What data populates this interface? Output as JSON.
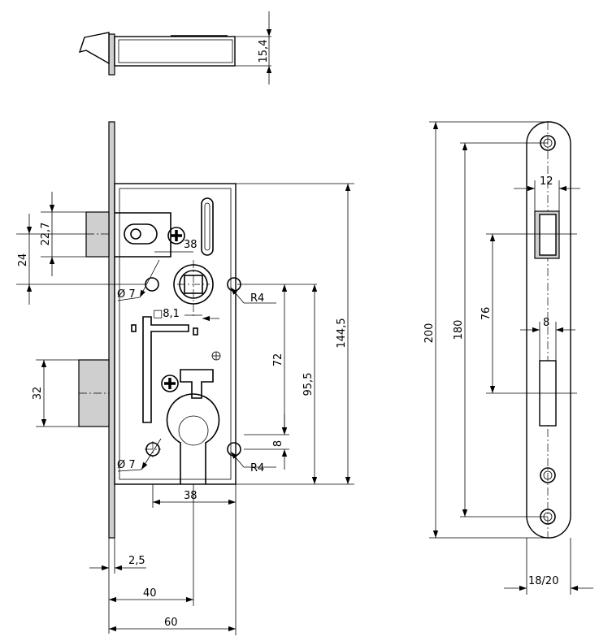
{
  "dimensions": {
    "latch_thickness": "15,4",
    "latch_height": "22,7",
    "latch_offset": "24",
    "spindle_hole_dia": "Ø 7",
    "spindle_distance": "38",
    "square_size": "□8,1",
    "radius_upper": "R4",
    "radius_lower": "R4",
    "case_height": "144,5",
    "follower_to_key": "72",
    "follower_to_bottom": "95,5",
    "deadbolt_height": "32",
    "key_slot_width": "8",
    "key_hole_dia": "Ø 7",
    "backset_width": "38",
    "faceplate_thickness": "2,5",
    "backset": "40",
    "case_depth": "60",
    "faceplate_length": "200",
    "screw_distance": "180",
    "latch_slot_width": "12",
    "latch_to_bolt": "76",
    "bolt_slot_width": "8",
    "faceplate_width": "18/20"
  }
}
